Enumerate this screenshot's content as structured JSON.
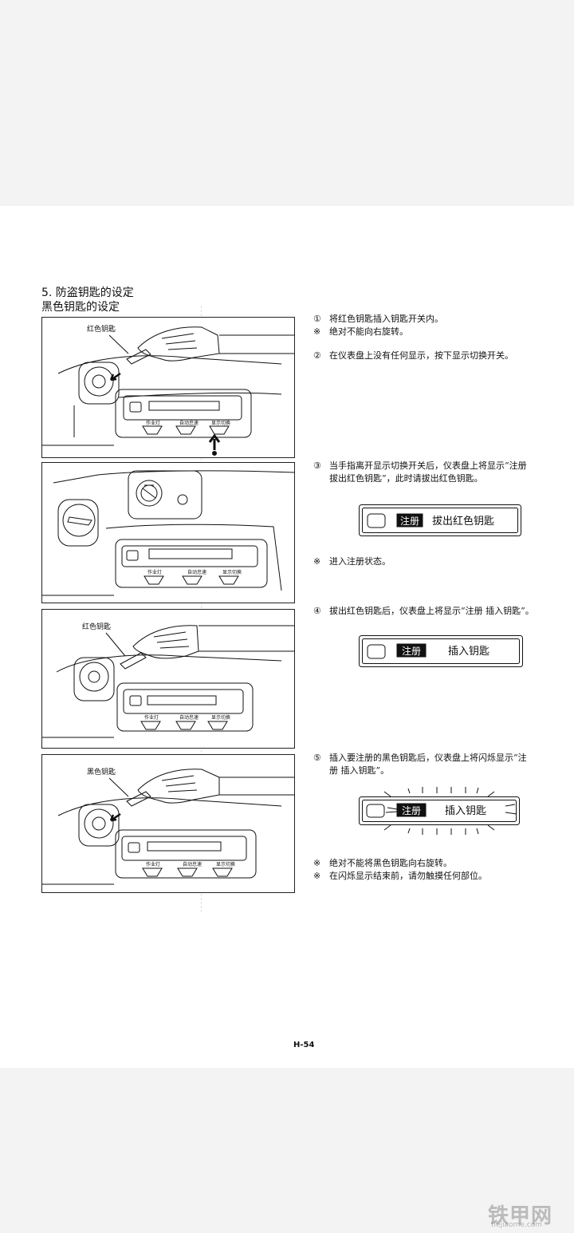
{
  "section": {
    "heading": "5. 防盗钥匙的设定",
    "subheading": "黑色钥匙的设定"
  },
  "panels": [
    {
      "key_label": "红色钥匙",
      "buttons": [
        "作业灯",
        "自动怠速",
        "显示切换"
      ]
    },
    {
      "buttons": [
        "作业灯",
        "自动怠速",
        "显示切换"
      ]
    },
    {
      "key_label": "红色钥匙",
      "buttons": [
        "作业灯",
        "自动怠速",
        "显示切换"
      ]
    },
    {
      "key_label": "黑色钥匙",
      "buttons": [
        "作业灯",
        "自动怠速",
        "显示切换"
      ]
    }
  ],
  "steps": {
    "s1": {
      "mark": "①",
      "text": "将红色钥匙插入钥匙开关内。"
    },
    "n1": {
      "mark": "※",
      "text": "绝对不能向右旋转。"
    },
    "s2": {
      "mark": "②",
      "text": "在仪表盘上没有任何显示，按下显示切换开关。"
    },
    "s3": {
      "mark": "③",
      "line1": "当手指离开显示切换开关后，仪表盘上将显示“注册",
      "line2": "拔出红色钥匙”，此时请拔出红色钥匙。"
    },
    "n3": {
      "mark": "※",
      "text": "进入注册状态。"
    },
    "s4": {
      "mark": "④",
      "text": "拔出红色钥匙后，仪表盘上将显示“注册  插入钥匙”。"
    },
    "s5": {
      "mark": "⑤",
      "line1": "插入要注册的黑色钥匙后，仪表盘上将闪烁显示“注",
      "line2": "册  插入钥匙”。"
    },
    "n5a": {
      "mark": "※",
      "text": "绝对不能将黑色钥匙向右旋转。"
    },
    "n5b": {
      "mark": "※",
      "text": "在闪烁显示结束前，请勿触摸任何部位。"
    }
  },
  "displays": [
    {
      "tag": "注册",
      "message": "拔出红色钥匙"
    },
    {
      "tag": "注册",
      "message": "插入钥匙"
    },
    {
      "tag": "注册",
      "message": "插入钥匙"
    }
  ],
  "footer": {
    "page_number": "H-54"
  },
  "watermark": {
    "main": "铁甲网",
    "sub": "tiejiaome.com"
  }
}
